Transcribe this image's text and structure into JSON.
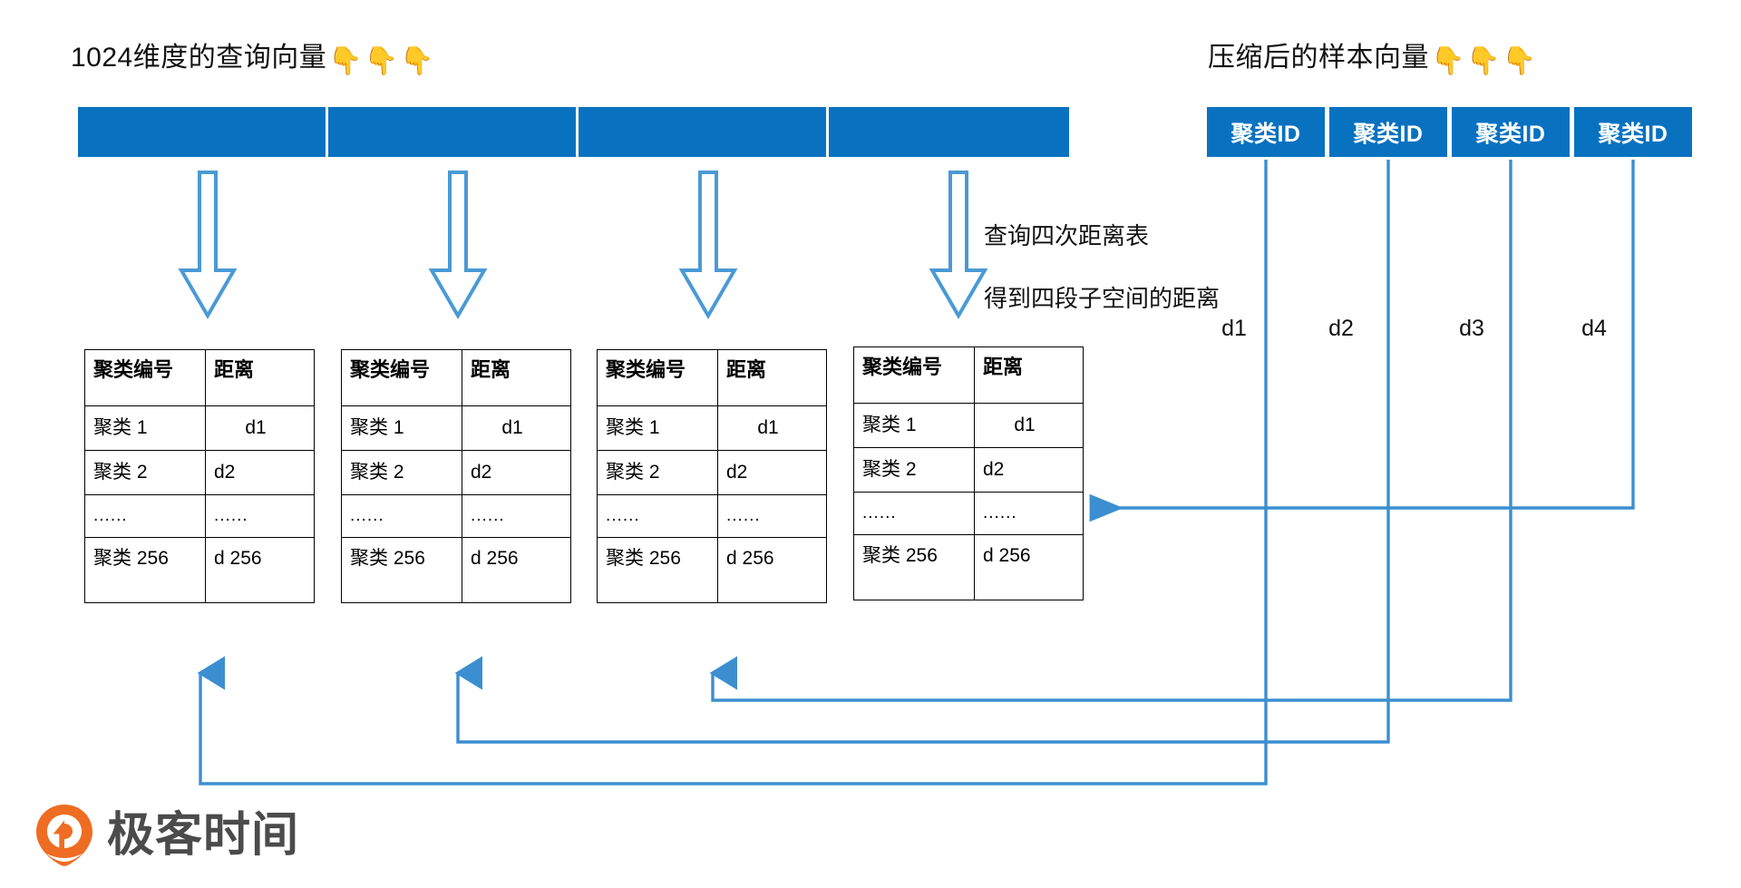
{
  "headings": {
    "query_vector": "1024维度的查询向量",
    "query_vector_emoji": "👇👇👇",
    "compressed_vector": "压缩后的样本向量",
    "compressed_vector_emoji": "👇👇👇"
  },
  "annotation": {
    "line1": "查询四次距离表",
    "line2": "得到四段子空间的距离",
    "full": "查询四次距离表\n得到四段子空间的距离"
  },
  "colors": {
    "vector_blue": "#0972c0",
    "arrow_blue": "#4a9ad4",
    "connector_blue": "#3b8fd0",
    "table_border": "#000000",
    "logo_orange": "#ef6c23",
    "logo_text": "#4b4b4b"
  },
  "query_vector": {
    "segments": [
      "",
      "",
      "",
      ""
    ],
    "segment_count": 4
  },
  "cluster_id_boxes": [
    {
      "label": "聚类ID"
    },
    {
      "label": "聚类ID"
    },
    {
      "label": "聚类ID"
    },
    {
      "label": "聚类ID"
    }
  ],
  "distance_labels": [
    "d1",
    "d2",
    "d3",
    "d4"
  ],
  "tables": [
    {
      "name": "distance-table-1",
      "headers": [
        "聚类编号",
        "距离"
      ],
      "rows": [
        [
          "聚类 1",
          "d1"
        ],
        [
          "聚类 2",
          "d2"
        ],
        [
          "......",
          "......"
        ],
        [
          "聚类 256",
          "d 256"
        ]
      ]
    },
    {
      "name": "distance-table-2",
      "headers": [
        "聚类编号",
        "距离"
      ],
      "rows": [
        [
          "聚类 1",
          "d1"
        ],
        [
          "聚类 2",
          "d2"
        ],
        [
          "......",
          "......"
        ],
        [
          "聚类 256",
          "d 256"
        ]
      ]
    },
    {
      "name": "distance-table-3",
      "headers": [
        "聚类编号",
        "距离"
      ],
      "rows": [
        [
          "聚类 1",
          "d1"
        ],
        [
          "聚类 2",
          "d2"
        ],
        [
          "......",
          "......"
        ],
        [
          "聚类 256",
          "d 256"
        ]
      ]
    },
    {
      "name": "distance-table-4",
      "headers": [
        "聚类编号",
        "距离"
      ],
      "rows": [
        [
          "聚类 1",
          "d1"
        ],
        [
          "聚类 2",
          "d2"
        ],
        [
          "......",
          "......"
        ],
        [
          "聚类 256",
          "d 256"
        ]
      ]
    }
  ],
  "logo": {
    "text": "极客时间"
  }
}
